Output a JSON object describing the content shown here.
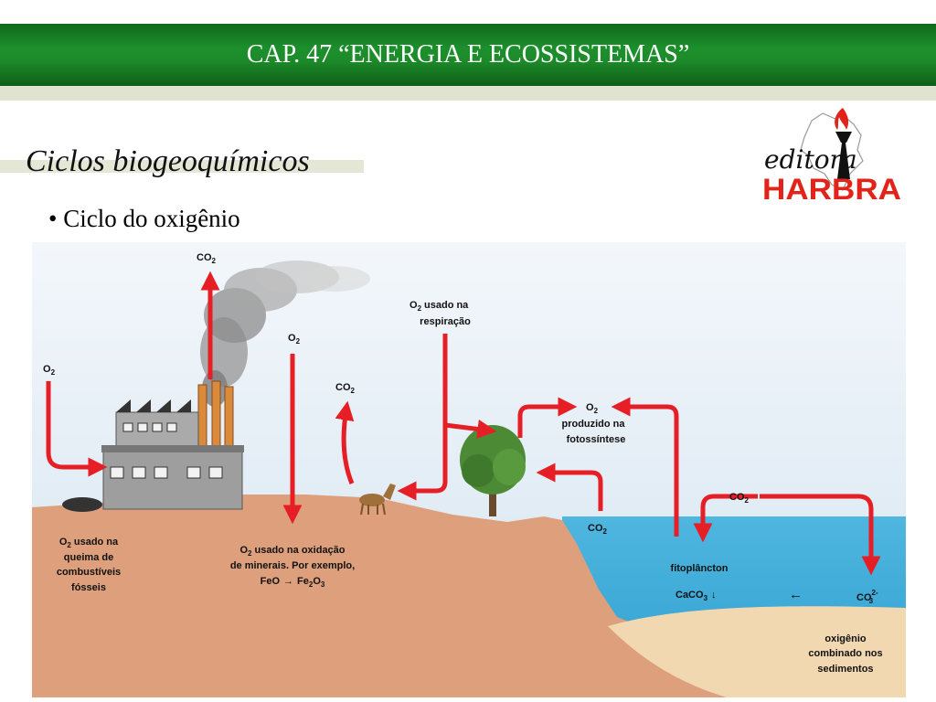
{
  "header": {
    "title": "CAP. 47 “ENERGIA E ECOSSISTEMAS”"
  },
  "section": {
    "title": "Ciclos biogeoquímicos",
    "bullet": "• Ciclo do oxigênio"
  },
  "logo": {
    "script": "editora",
    "name": "HARBRA"
  },
  "diagram": {
    "co2_chimney": "CO",
    "o2_left": "O",
    "o2_mid": "O",
    "co2_horse": "CO",
    "o2_resp_line1": "O",
    "o2_resp_line1b": "usado na",
    "o2_resp_line2": "respiração",
    "o2_prod_line1": "O",
    "o2_prod_line2": "produzido na",
    "o2_prod_line3": "fotossíntese",
    "co2_shore": "CO",
    "co2_ocean": "CO",
    "burn_line1a": "O",
    "burn_line1b": "usado na",
    "burn_line2": "queima de",
    "burn_line3": "combustíveis",
    "burn_line4": "fósseis",
    "oxid_line1a": "O",
    "oxid_line1b": "usado na oxidação",
    "oxid_line2": "de minerais. Por exemplo,",
    "oxid_line3a": "FeO",
    "oxid_arrow": "→",
    "oxid_line3b": "Fe",
    "oxid_line3c": "O",
    "phyto": "fitoplâncton",
    "caco3": "CaCO",
    "caco3_arrow": "↓",
    "sed_arrow": "←",
    "co3": "CO",
    "co3_sup": "2-",
    "co3_sub": "3",
    "sed_line1": "oxigênio",
    "sed_line2": "combinado nos",
    "sed_line3": "sedimentos",
    "sub2": "2",
    "sub3": "3"
  }
}
